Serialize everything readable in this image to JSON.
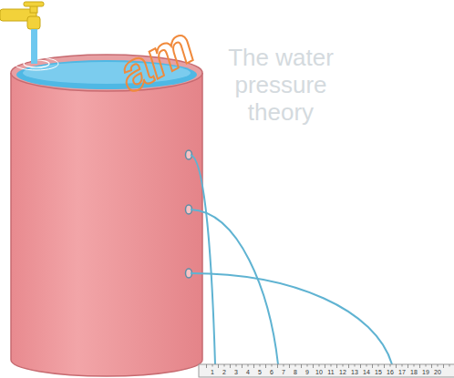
{
  "diagram": {
    "labels": [
      "The water pressure theory",
      "am",
      "1",
      "2",
      "3",
      "4",
      "5",
      "6",
      "7",
      "8",
      "9",
      "10",
      "11",
      "12",
      "13",
      "14",
      "15",
      "16",
      "17",
      "18",
      "19",
      "20"
    ]
  }
}
